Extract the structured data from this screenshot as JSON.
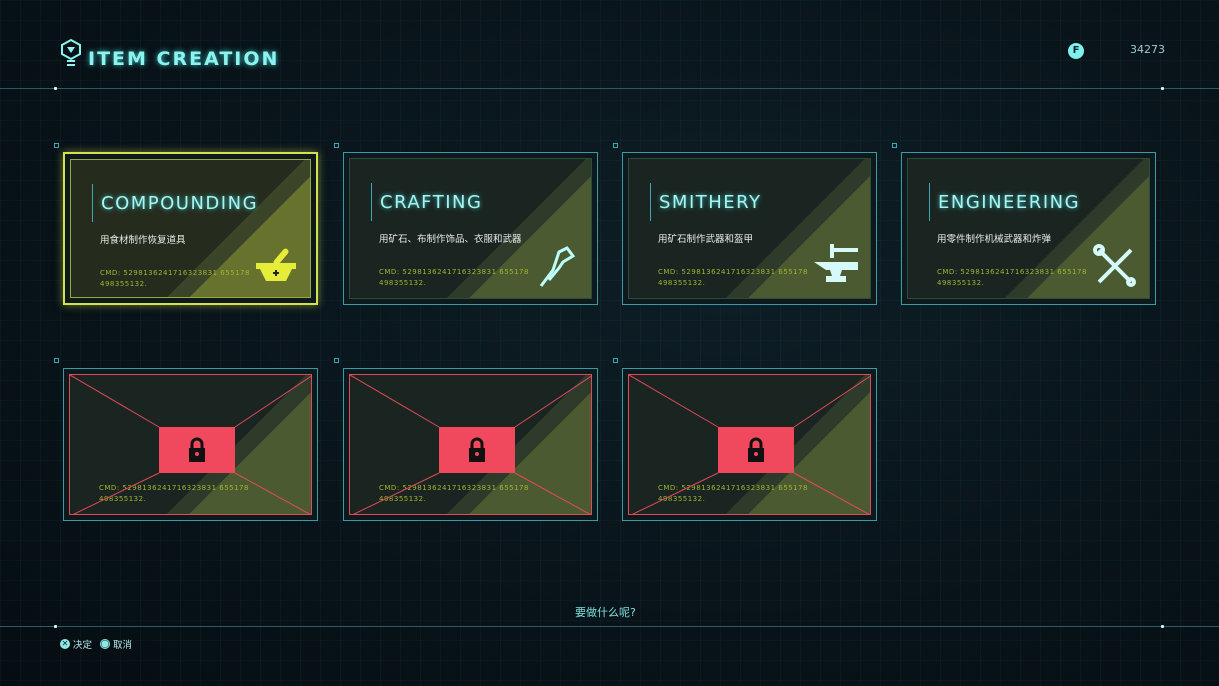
{
  "header": {
    "title": "ITEM CREATION",
    "currency_icon": "f-coin-icon",
    "currency": "34273"
  },
  "cards": [
    {
      "name": "COMPOUNDING",
      "desc": "用食材制作恢复道具",
      "cmd": "CMD: 5298136241716323831 655178498355132.",
      "icon": "mortar-pestle-icon",
      "selected": true
    },
    {
      "name": "CRAFTING",
      "desc": "用矿石、布制作饰品、衣服和武器",
      "cmd": "CMD: 5298136241716323831 655178498355132.",
      "icon": "pliers-icon"
    },
    {
      "name": "SMITHERY",
      "desc": "用矿石制作武器和盔甲",
      "cmd": "CMD: 5298136241716323831 655178498355132.",
      "icon": "anvil-icon"
    },
    {
      "name": "ENGINEERING",
      "desc": "用零件制作机械武器和炸弹",
      "cmd": "CMD: 5298136241716323831 655178498355132.",
      "icon": "wrench-screwdriver-icon"
    }
  ],
  "locked_cards": [
    {
      "cmd": "CMD: 5298136241716323831 655178498355132.",
      "icon": "lock-icon"
    },
    {
      "cmd": "CMD: 5298136241716323831 655178498355132.",
      "icon": "lock-icon"
    },
    {
      "cmd": "CMD: 5298136241716323831 655178498355132.",
      "icon": "lock-icon"
    }
  ],
  "prompt": "要做什么呢?",
  "footer": {
    "confirm": "决定",
    "cancel": "取消"
  },
  "colors": {
    "accent": "#8ef2ee",
    "selected": "#d6e04a",
    "locked": "#f0495e",
    "cmd": "#9fb530"
  }
}
